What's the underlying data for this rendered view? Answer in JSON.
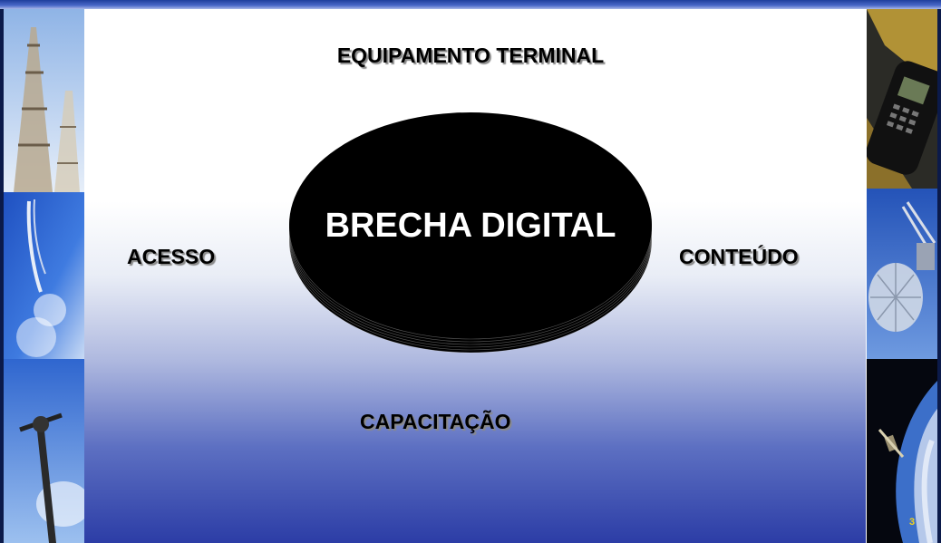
{
  "slide": {
    "title_top": "EQUIPAMENTO TERMINAL",
    "left_label": "ACESSO",
    "right_label": "CONTEÚDO",
    "bottom_label": "CAPACITAÇÃO",
    "center_label": "BRECHA DIGITAL",
    "page_number": "3"
  },
  "images": {
    "left": [
      "tower-photo",
      "sky-streak-photo",
      "antenna-pole-photo"
    ],
    "right": [
      "mobile-phone-photo",
      "satellite-dish-photo",
      "satellite-earth-photo"
    ]
  },
  "colors": {
    "ellipse_fill": "#000000",
    "center_label_color": "#ffffff",
    "page_number_color": "#f2d21b",
    "gradient_bottom": "#2c3da6"
  }
}
